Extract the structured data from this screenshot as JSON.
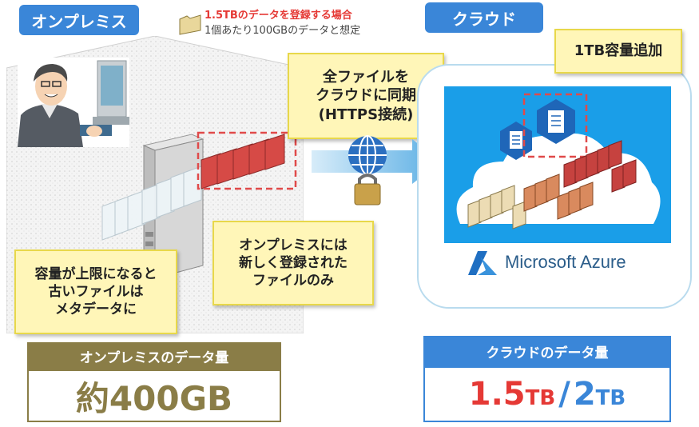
{
  "onprem": {
    "tag": "オンプレミス",
    "note_full": [
      "容量が上限になると",
      "古いファイルは",
      "メタデータに"
    ],
    "note_new": [
      "オンプレミスには",
      "新しく登録された",
      "ファイルのみ"
    ],
    "data_label": "オンプレミスのデータ量",
    "data_value": "約400GB"
  },
  "legend": {
    "title": "1.5TBのデータを登録する場合",
    "subtitle": "1個あたり100GBのデータと想定"
  },
  "sync": {
    "lines": [
      "全ファイルを",
      "クラウドに同期",
      "(HTTPS接続)"
    ]
  },
  "cloud": {
    "tag": "クラウド",
    "capacity_note": "1TB容量追加",
    "azure_label": "Microsoft Azure",
    "data_label": "クラウドのデータ量",
    "data_used": "1.5",
    "data_used_unit": "TB",
    "data_sep": "/",
    "data_total": "2",
    "data_total_unit": "TB"
  },
  "colors": {
    "blue": "#3a86d8",
    "olive": "#8a7d47",
    "red": "#e53935",
    "note_yellow": "#fff6b8"
  }
}
